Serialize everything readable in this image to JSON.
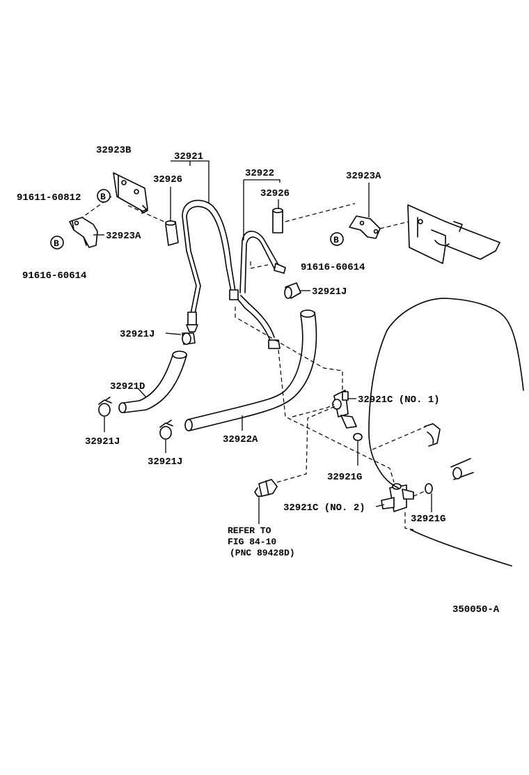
{
  "labels": {
    "l_32923B": "32923B",
    "l_91611_60812": "91611-60812",
    "l_32923A_left": "32923A",
    "l_91616_60614_left": "91616-60614",
    "l_32921": "32921",
    "l_32926_left": "32926",
    "l_32922": "32922",
    "l_32926_right": "32926",
    "l_32923A_right": "32923A",
    "l_91616_60614_right": "91616-60614",
    "l_32921J_right": "32921J",
    "l_32921J_mid": "32921J",
    "l_32921D": "32921D",
    "l_32921J_bl": "32921J",
    "l_32921J_bm": "32921J",
    "l_32922A": "32922A",
    "l_32921C_no1": "32921C (NO. 1)",
    "l_32921G_mid": "32921G",
    "l_32921C_no2": "32921C (NO. 2)",
    "l_32921G_right": "32921G",
    "refer_line1": "REFER TO",
    "refer_line2": "FIG 84-10",
    "refer_line3": "(PNC 89428D)",
    "figure_code": "350050-A",
    "bolt_mark_1": "B",
    "bolt_mark_2": "B",
    "bolt_mark_3": "B"
  }
}
